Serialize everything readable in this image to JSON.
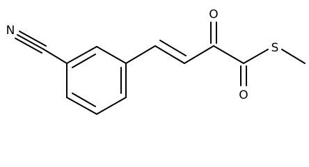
{
  "molecule": {
    "atoms": {
      "nitrogen": "N",
      "oxygen_ketone": "O",
      "oxygen_thioester": "O",
      "sulfur": "S"
    }
  }
}
